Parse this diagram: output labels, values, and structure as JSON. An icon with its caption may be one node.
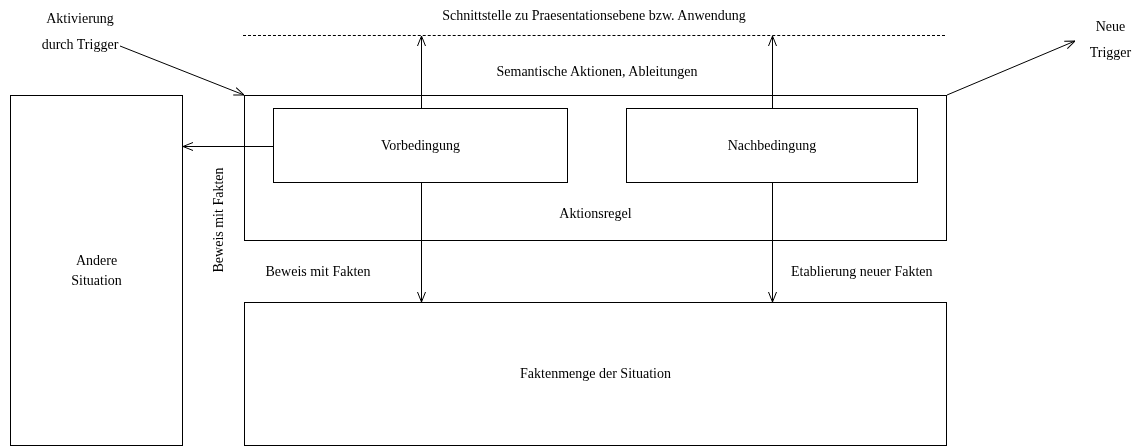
{
  "diagram": {
    "nodes": [
      {
        "text": [
          "Aktivierung durch Trigger"
        ]
      },
      {
        "text": [
          "Schnittstelle zu Praesentationsebene bzw. Anwendung"
        ]
      },
      {
        "text": [
          "Neue Trigger"
        ]
      },
      {
        "text": [
          "Aktionsregel"
        ]
      },
      {
        "text": [
          "Vorbedingung"
        ],
        "in": 3
      },
      {
        "text": [
          "Nachbedingung"
        ],
        "in": 3
      },
      {
        "text": [
          "Andere Situation"
        ]
      },
      {
        "text": [
          "Faktenmenge der Situation"
        ]
      }
    ],
    "edges": [
      {
        "from": 0,
        "to": 3,
        "arrow": "to"
      },
      {
        "from": 3,
        "to": 2,
        "arrow": "to"
      },
      {
        "from": 4,
        "to": 1,
        "arrow": "to"
      },
      {
        "from": 5,
        "to": 1,
        "arrow": "to"
      },
      {
        "from": 4,
        "to": 6,
        "arrow": "to",
        "label": "Beweis mit Fakten"
      },
      {
        "from": 4,
        "to": 7,
        "arrow": "to",
        "label": "Beweis mit Fakten"
      },
      {
        "from": 5,
        "to": 7,
        "arrow": "to",
        "label": "Etablierung neuer Fakten"
      }
    ],
    "labels": [
      "Semantische Aktionen, Ableitungen"
    ]
  }
}
